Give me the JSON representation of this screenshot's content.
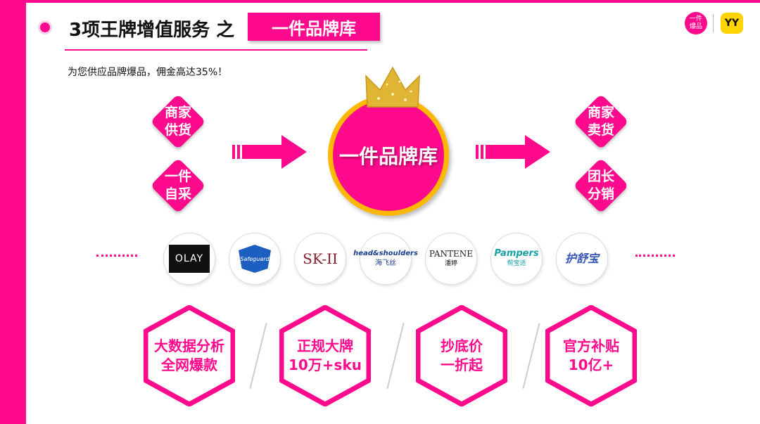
{
  "colors": {
    "accent": "#ff0a8c",
    "gold": "#ffb800",
    "yellow": "#ffd400"
  },
  "header": {
    "title": "3项王牌增值服务 之",
    "title_box": "一件品牌库",
    "logo_round": [
      "一件",
      "爆品"
    ],
    "logo_yy": "YY"
  },
  "subtitle": "为您供应品牌爆品，佣金高达35%！",
  "left_diamonds": [
    {
      "line1": "商家",
      "line2": "供货"
    },
    {
      "line1": "一件",
      "line2": "自采"
    }
  ],
  "right_diamonds": [
    {
      "line1": "商家",
      "line2": "卖货"
    },
    {
      "line1": "团长",
      "line2": "分销"
    }
  ],
  "center": {
    "label": "一件品牌库",
    "crown_icon": "crown-icon"
  },
  "brands": [
    {
      "name": "OLAY"
    },
    {
      "name": "Safeguard"
    },
    {
      "name": "SK-II"
    },
    {
      "name": "head&shoulders",
      "sub": "海飞丝"
    },
    {
      "name": "PANTENE",
      "sub": "潘婷"
    },
    {
      "name": "Pampers",
      "sub": "帮宝适"
    },
    {
      "name": "护舒宝"
    }
  ],
  "features": [
    {
      "line1": "大数据分析",
      "line2": "全网爆款"
    },
    {
      "line1": "正规大牌",
      "line2": "10万+sku"
    },
    {
      "line1": "抄底价",
      "line2": "一折起"
    },
    {
      "line1": "官方补贴",
      "line2": "10亿+"
    }
  ]
}
